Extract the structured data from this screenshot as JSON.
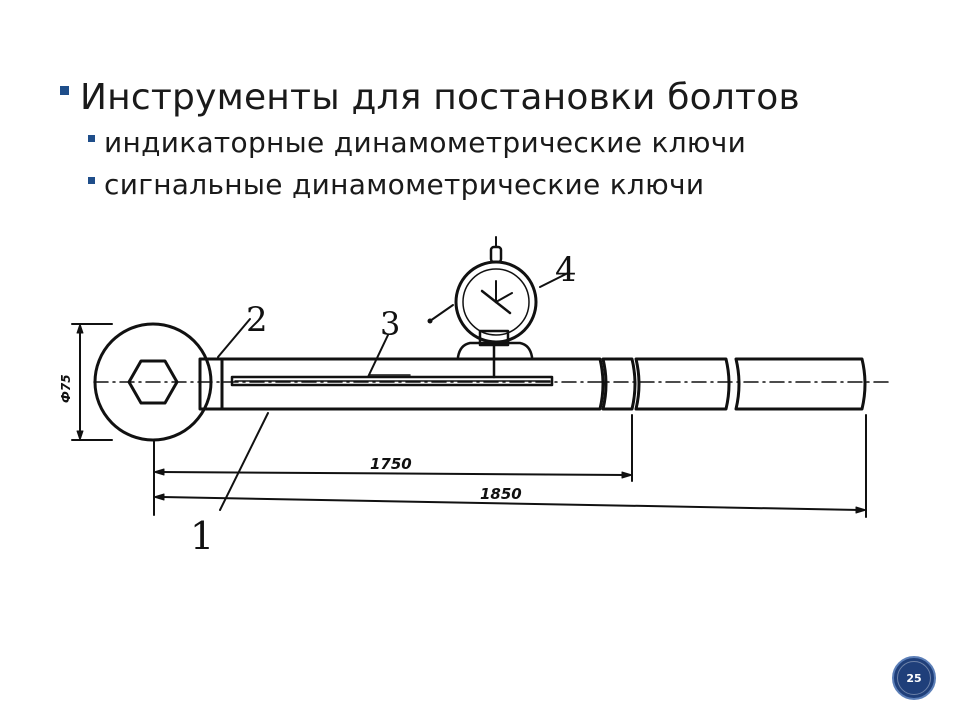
{
  "slide": {
    "title_bullet": "Инструменты для постановки болтов",
    "sub_bullets": [
      "индикаторные динамометрические ключи",
      "сигнальные динамометрические ключи"
    ]
  },
  "figure": {
    "part_labels": [
      "1",
      "2",
      "3",
      "4"
    ],
    "dim_diameter": "Ф75",
    "dim_length_1": "1750",
    "dim_length_2": "1850"
  },
  "page_number": "25",
  "colors": {
    "bullet": "#1f4e8a",
    "page_badge": "#1f3f7a"
  }
}
